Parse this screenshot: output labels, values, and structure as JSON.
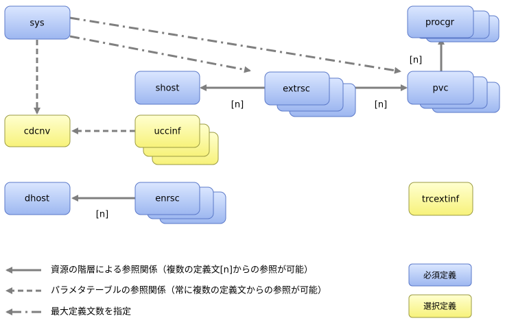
{
  "colors": {
    "required_fill_top": "#dbe7ff",
    "required_fill_bottom": "#9db7f0",
    "required_stroke": "#5a78c8",
    "optional_fill_top": "#ffffd0",
    "optional_fill_bottom": "#f7f27a",
    "optional_stroke": "#9a9a40",
    "arrow": "#7f7f7f"
  },
  "nodes": {
    "sys": "sys",
    "procgr": "procgr",
    "shost": "shost",
    "extrsc": "extrsc",
    "pvc": "pvc",
    "cdcnv": "cdcnv",
    "uccinf": "uccinf",
    "dhost": "dhost",
    "enrsc": "enrsc",
    "trcextinf": "trcextinf"
  },
  "multiplicity": {
    "pvc_procgr": "[n]",
    "extrsc_shost": "[n]",
    "extrsc_pvc": "[n]",
    "enrsc_dhost": "[n]"
  },
  "legend": {
    "solid": "資源の階層による参照関係（複数の定義文[n]からの参照が可能）",
    "dashed": "パラメタテーブルの参照関係（常に複数の定義文からの参照が可能）",
    "dashdot": "最大定義文数を指定",
    "required": "必須定義",
    "optional": "選択定義"
  }
}
